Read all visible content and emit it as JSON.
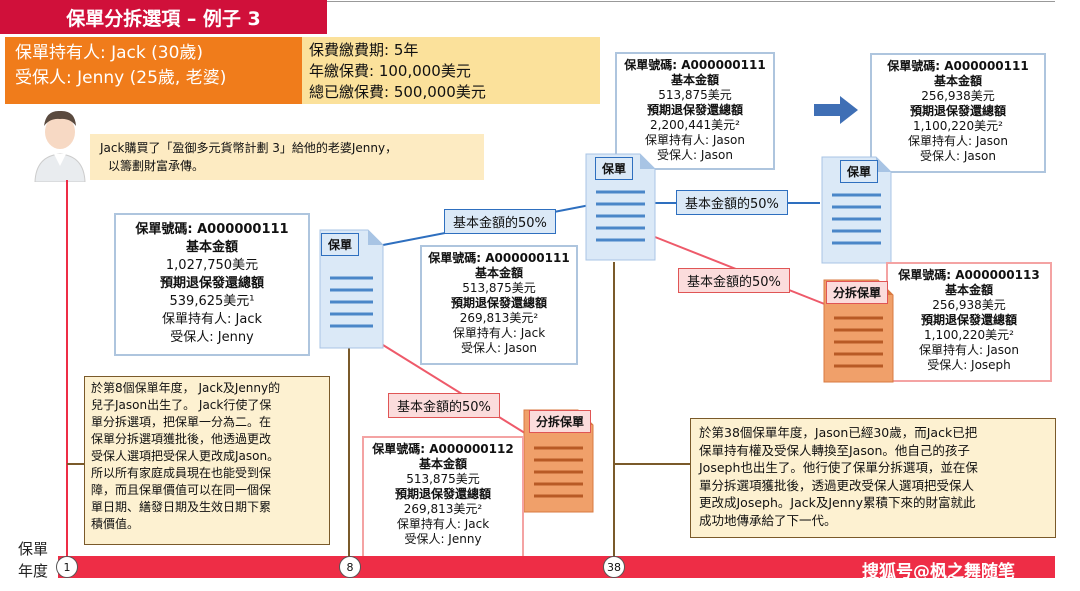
{
  "title": "保單分拆選項 – 例子 3",
  "holder": {
    "line1": "保單持有人: Jack (30歲)",
    "line2": "受保人: Jenny (25歲, 老婆)"
  },
  "premium": {
    "line1": "保費繳費期: 5年",
    "line2": "年繳保費: 100,000美元",
    "line3": "總已繳保費: 500,000美元"
  },
  "story": {
    "line1": "Jack購買了「盈御多元貨幣計劃 3」給他的老婆Jenny，",
    "line2": "以籌劃財富承傳。"
  },
  "policies": {
    "original": {
      "no": "保單號碼: A000000111",
      "l1": "基本金額",
      "l2": "1,027,750美元",
      "l3": "預期退保發還總額",
      "l4": "539,625美元¹",
      "l5": "保單持有人: Jack",
      "l6": "受保人: Jenny"
    },
    "p111_yr8": {
      "no": "保單號碼: A000000111",
      "l1": "基本金額",
      "l2": "513,875美元",
      "l3": "預期退保發還總額",
      "l4": "269,813美元²",
      "l5": "保單持有人: Jack",
      "l6": "受保人: Jason"
    },
    "p112": {
      "no": "保單號碼: A000000112",
      "l1": "基本金額",
      "l2": "513,875美元",
      "l3": "預期退保發還總額",
      "l4": "269,813美元²",
      "l5": "保單持有人: Jack",
      "l6": "受保人: Jenny"
    },
    "p111_before38": {
      "no": "保單號碼: A000000111",
      "l1": "基本金額",
      "l2": "513,875美元",
      "l3": "預期退保發還總額",
      "l4": "2,200,441美元²",
      "l5": "保單持有人: Jason",
      "l6": "受保人: Jason"
    },
    "p111_after38": {
      "no": "保單號碼: A000000111",
      "l1": "基本金額",
      "l2": "256,938美元",
      "l3": "預期退保發還總額",
      "l4": "1,100,220美元²",
      "l5": "保單持有人: Jason",
      "l6": "受保人: Jason"
    },
    "p113": {
      "no": "保單號碼: A000000113",
      "l1": "基本金額",
      "l2": "256,938美元",
      "l3": "預期退保發還總額",
      "l4": "1,100,220美元²",
      "l5": "保單持有人: Jason",
      "l6": "受保人: Joseph"
    }
  },
  "doc_labels": {
    "policy": "保單",
    "split_policy": "分拆保單"
  },
  "tags": {
    "half": "基本金額的50%"
  },
  "notes": {
    "year8": [
      "於第8個保單年度， Jack及Jenny的",
      "兒子Jason出生了。 Jack行使了保",
      "單分拆選項，把保單一分為二。在",
      "保單分拆選項獲批後，他透過更改",
      "受保人選項把受保人更改成Jason。",
      "所以所有家庭成員現在也能受到保",
      "障，而且保單價值可以在同一個保",
      "單日期、繕發日期及生效日期下累",
      "積價值。"
    ],
    "year38": [
      "於第38個保單年度，Jason已經30歲，而Jack已把",
      "保單持有權及受保人轉換至Jason。他自己的孩子",
      "Joseph也出生了。他行使了保單分拆選項，並在保",
      "單分拆選項獲批後，透過更改受保人選項把受保人",
      "更改成Joseph。Jack及Jenny累積下來的財富就此",
      "成功地傳承給了下一代。"
    ]
  },
  "axis": {
    "label_line1": "保單",
    "label_line2": "年度",
    "nodes": [
      "1",
      "8",
      "38"
    ]
  },
  "watermark": "搜狐号@枫之舞随笔",
  "colors": {
    "title_red": "#d0103a",
    "holder_orange": "#f07c1b",
    "premium_yellow": "#fbe19b",
    "timeline_red": "#ee2d46",
    "policy_blue": "#dbe9f7",
    "split_orange": "#f0a06a",
    "arrow_blue": "#3f6fb5"
  }
}
